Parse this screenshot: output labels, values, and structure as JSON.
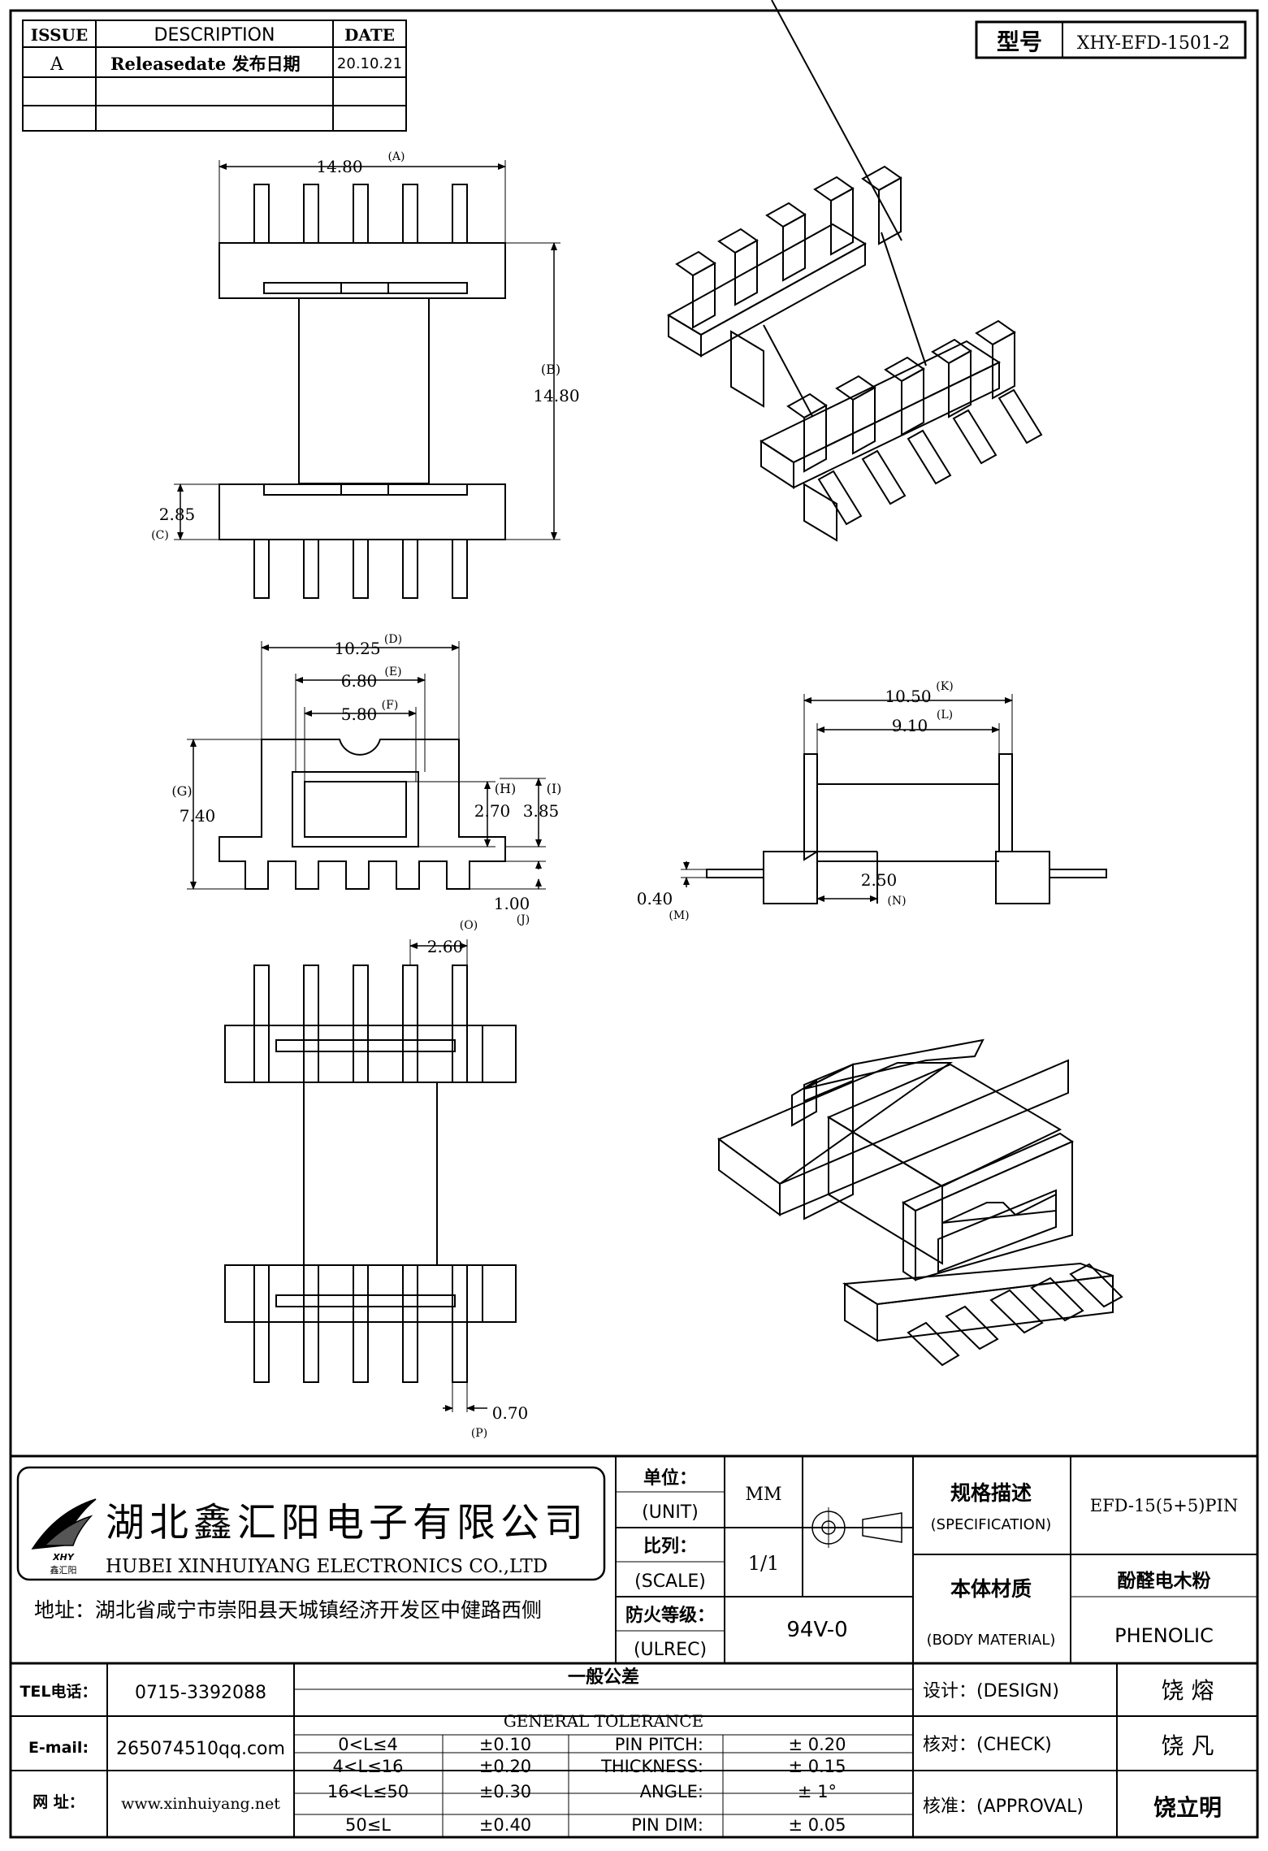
{
  "revision_table": {
    "headers": {
      "issue": "ISSUE",
      "description": "DESCRIPTION",
      "date": "DATE"
    },
    "rows": [
      {
        "issue": "A",
        "description": "Releasedate 发布日期",
        "date": "20.10.21"
      },
      {
        "issue": "",
        "description": "",
        "date": ""
      },
      {
        "issue": "",
        "description": "",
        "date": ""
      }
    ]
  },
  "model": {
    "label": "型号",
    "value": "XHY-EFD-1501-2"
  },
  "dimensions": {
    "top_view": {
      "width": "14.80",
      "width_ref": "(A)",
      "height": "14.80",
      "height_ref": "(B)",
      "flange": "2.85",
      "flange_ref": "(C)"
    },
    "end_view": {
      "d": "10.25",
      "d_ref": "(D)",
      "e": "6.80",
      "e_ref": "(E)",
      "f": "5.80",
      "f_ref": "(F)",
      "g": "7.40",
      "g_ref": "(G)",
      "h": "2.70",
      "h_ref": "(H)",
      "i": "3.85",
      "i_ref": "(I)",
      "j": "1.00",
      "j_ref": "(J)"
    },
    "side_view": {
      "k": "10.50",
      "k_ref": "(K)",
      "l": "9.10",
      "l_ref": "(L)",
      "m": "0.40",
      "m_ref": "(M)",
      "n": "2.50",
      "n_ref": "(N)"
    },
    "bottom_view": {
      "o": "2.60",
      "o_ref": "(O)",
      "p": "0.70",
      "p_ref": "(P)"
    }
  },
  "company": {
    "name_cn": "湖北鑫汇阳电子有限公司",
    "name_en": "HUBEI XINHUIYANG ELECTRONICS CO.,LTD",
    "address": "地址：湖北省咸宁市崇阳县天城镇经济开发区中健路西侧",
    "logo_text": "XHY",
    "logo_sub": "鑫汇阳",
    "tel_label": "TEL电话：",
    "tel": "0715-3392088",
    "email_label": "E-mail:",
    "email": "265074510qq.com",
    "web_label": "网  址：",
    "web": "www.xinhuiyang.net"
  },
  "title_block": {
    "unit_label": "单位：",
    "unit_label_en": "(UNIT)",
    "unit": "MM",
    "scale_label": "比列：",
    "scale_label_en": "(SCALE)",
    "scale": "1/1",
    "ul_label": "防火等级：",
    "ul_label_en": "(ULREC)",
    "ul": "94V-0",
    "spec_label": "规格描述",
    "spec_label_en": "(SPECIFICATION)",
    "spec": "EFD-15(5+5)PIN",
    "material_label": "本体材质",
    "material_label_en": "(BODY MATERIAL)",
    "material_cn": "酚醛电木粉",
    "material": "PHENOLIC"
  },
  "tolerance": {
    "title_cn": "一般公差",
    "title_en": "GENERAL TOLERANCE",
    "rows": [
      {
        "range": "0<L≤4",
        "tol": "±0.10",
        "item": "PIN PITCH:",
        "val": "± 0.20"
      },
      {
        "range": "4<L≤16",
        "tol": "±0.20",
        "item": "THICKNESS:",
        "val": "± 0.15"
      },
      {
        "range": "16<L≤50",
        "tol": "±0.30",
        "item": "ANGLE:",
        "val": "± 1°"
      },
      {
        "range": "50≤L",
        "tol": "±0.40",
        "item": "PIN DIM:",
        "val": "± 0.05"
      }
    ]
  },
  "approvals": {
    "design_label": "设计：(DESIGN)",
    "design": "饶  熔",
    "check_label": "核对：(CHECK)",
    "check": "饶  凡",
    "approval_label": "核准：(APPROVAL)",
    "approval": "饶立明"
  }
}
